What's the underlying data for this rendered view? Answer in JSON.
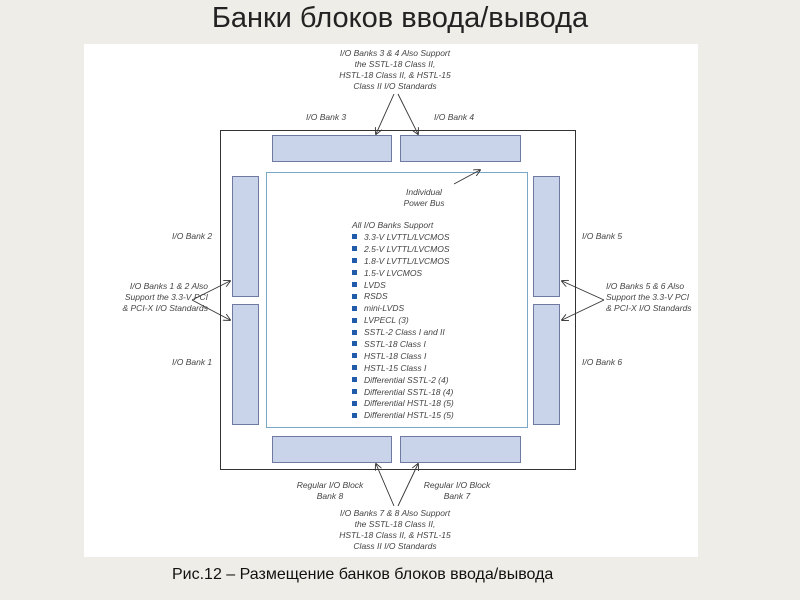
{
  "slide": {
    "title": "Банки блоков ввода/вывода",
    "caption": "Рис.12 – Размещение банков блоков ввода/вывода"
  },
  "diagram": {
    "top_note": [
      "I/O Banks 3 & 4 Also Support",
      "the SSTL-18 Class II,",
      "HSTL-18 Class II, & HSTL-15",
      "Class II I/O Standards"
    ],
    "bottom_note": [
      "I/O Banks 7 & 8 Also Support",
      "the SSTL-18 Class II,",
      "HSTL-18 Class II, & HSTL-15",
      "Class II I/O Standards"
    ],
    "left_note": [
      "I/O Banks 1 & 2 Also",
      "Support the 3.3-V PCI",
      "& PCI-X I/O Standards"
    ],
    "right_note": [
      "I/O Banks 5 & 6 Also",
      "Support the 3.3-V PCI",
      "& PCI-X I/O Standards"
    ],
    "bank_labels": {
      "bank1": "I/O Bank 1",
      "bank2": "I/O Bank 2",
      "bank3": "I/O Bank 3",
      "bank4": "I/O Bank 4",
      "bank5": "I/O Bank 5",
      "bank6": "I/O Bank 6",
      "bank7": [
        "Regular I/O Block",
        "Bank 7"
      ],
      "bank8": [
        "Regular I/O Block",
        "Bank 8"
      ]
    },
    "power_bus": [
      "Individual",
      "Power Bus"
    ],
    "support_heading": "All I/O Banks Support",
    "standards": [
      "3.3-V LVTTL/LVCMOS",
      "2.5-V LVTTL/LVCMOS",
      "1.8-V LVTTL/LVCMOS",
      "1.5-V LVCMOS",
      "LVDS",
      "RSDS",
      "mini-LVDS",
      "LVPECL (3)",
      "SSTL-2 Class I and II",
      "SSTL-18 Class I",
      "HSTL-18 Class I",
      "HSTL-15 Class I",
      "Differential SSTL-2 (4)",
      "Differential SSTL-18 (4)",
      "Differential HSTL-18 (5)",
      "Differential HSTL-15 (5)"
    ],
    "colors": {
      "bank_fill": "#c9d3ea",
      "bullet": "#1f5ba8",
      "power_bus": "#7aa7c6"
    }
  }
}
